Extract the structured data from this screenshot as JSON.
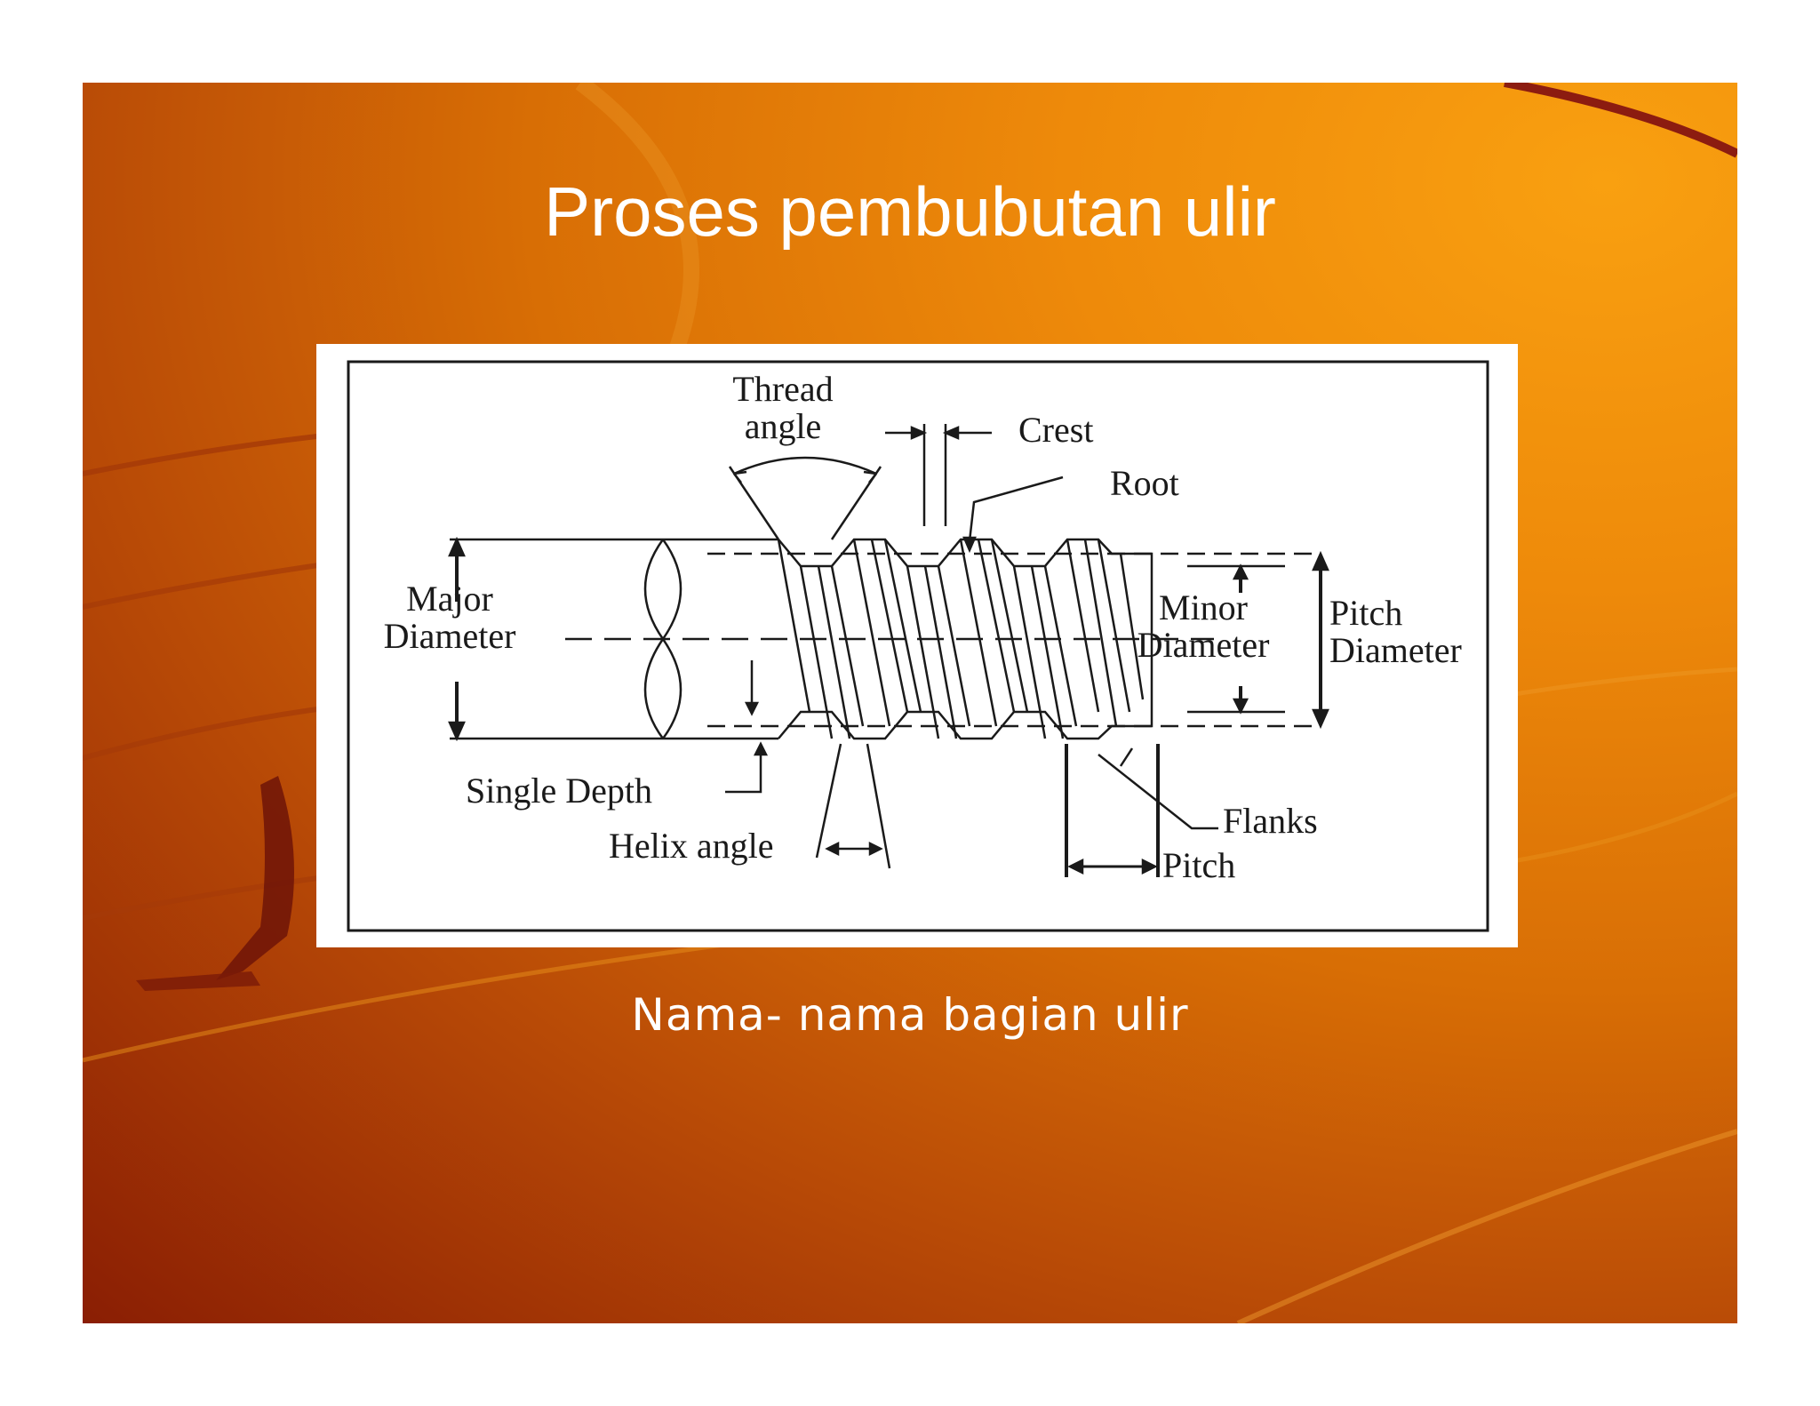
{
  "slide": {
    "title": "Proses pembubutan ulir",
    "caption": "Nama- nama bagian ulir"
  },
  "diagram": {
    "labels": {
      "thread_angle_1": "Thread",
      "thread_angle_2": "angle",
      "crest": "Crest",
      "root": "Root",
      "major_diameter_1": "Major",
      "major_diameter_2": "Diameter",
      "minor_diameter_1": "Minor",
      "minor_diameter_2": "Diameter",
      "pitch_diameter_1": "Pitch",
      "pitch_diameter_2": "Diameter",
      "single_depth": "Single Depth",
      "helix_angle": "Helix angle",
      "flanks": "Flanks",
      "pitch": "Pitch"
    }
  },
  "colors": {
    "title_text": "#ffffff",
    "diagram_ink": "#1a1a1a",
    "background_light": "#f9a010",
    "background_dark": "#8a1e04"
  }
}
